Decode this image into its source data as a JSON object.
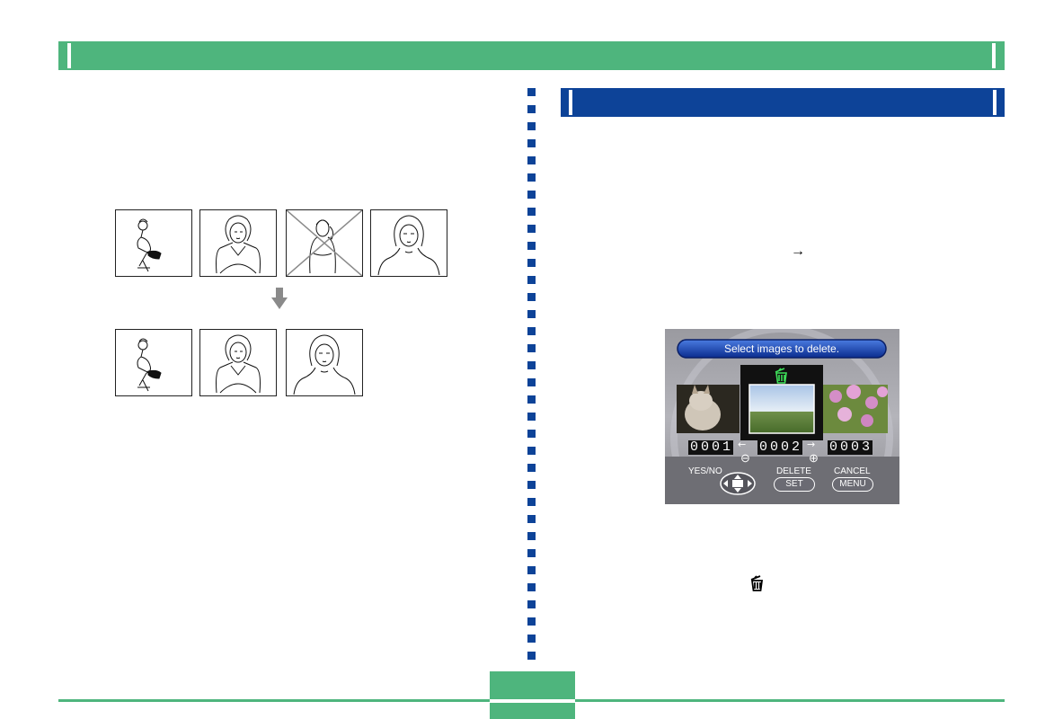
{
  "header": {
    "title": ""
  },
  "section": {
    "title": ""
  },
  "arrow_symbol": "→",
  "screen": {
    "caption": "Select images to delete.",
    "counters": [
      "0001",
      "0002",
      "0003"
    ],
    "minus_symbol": "⊖",
    "plus_symbol": "⊕",
    "yesno_label": "YES/NO",
    "delete_label": "DELETE",
    "set_label": "SET",
    "cancel_label": "CANCEL",
    "menu_label": "MENU"
  },
  "footer": {
    "page_number": ""
  },
  "colors": {
    "green": "#4eb57d",
    "blue": "#0d4398"
  }
}
